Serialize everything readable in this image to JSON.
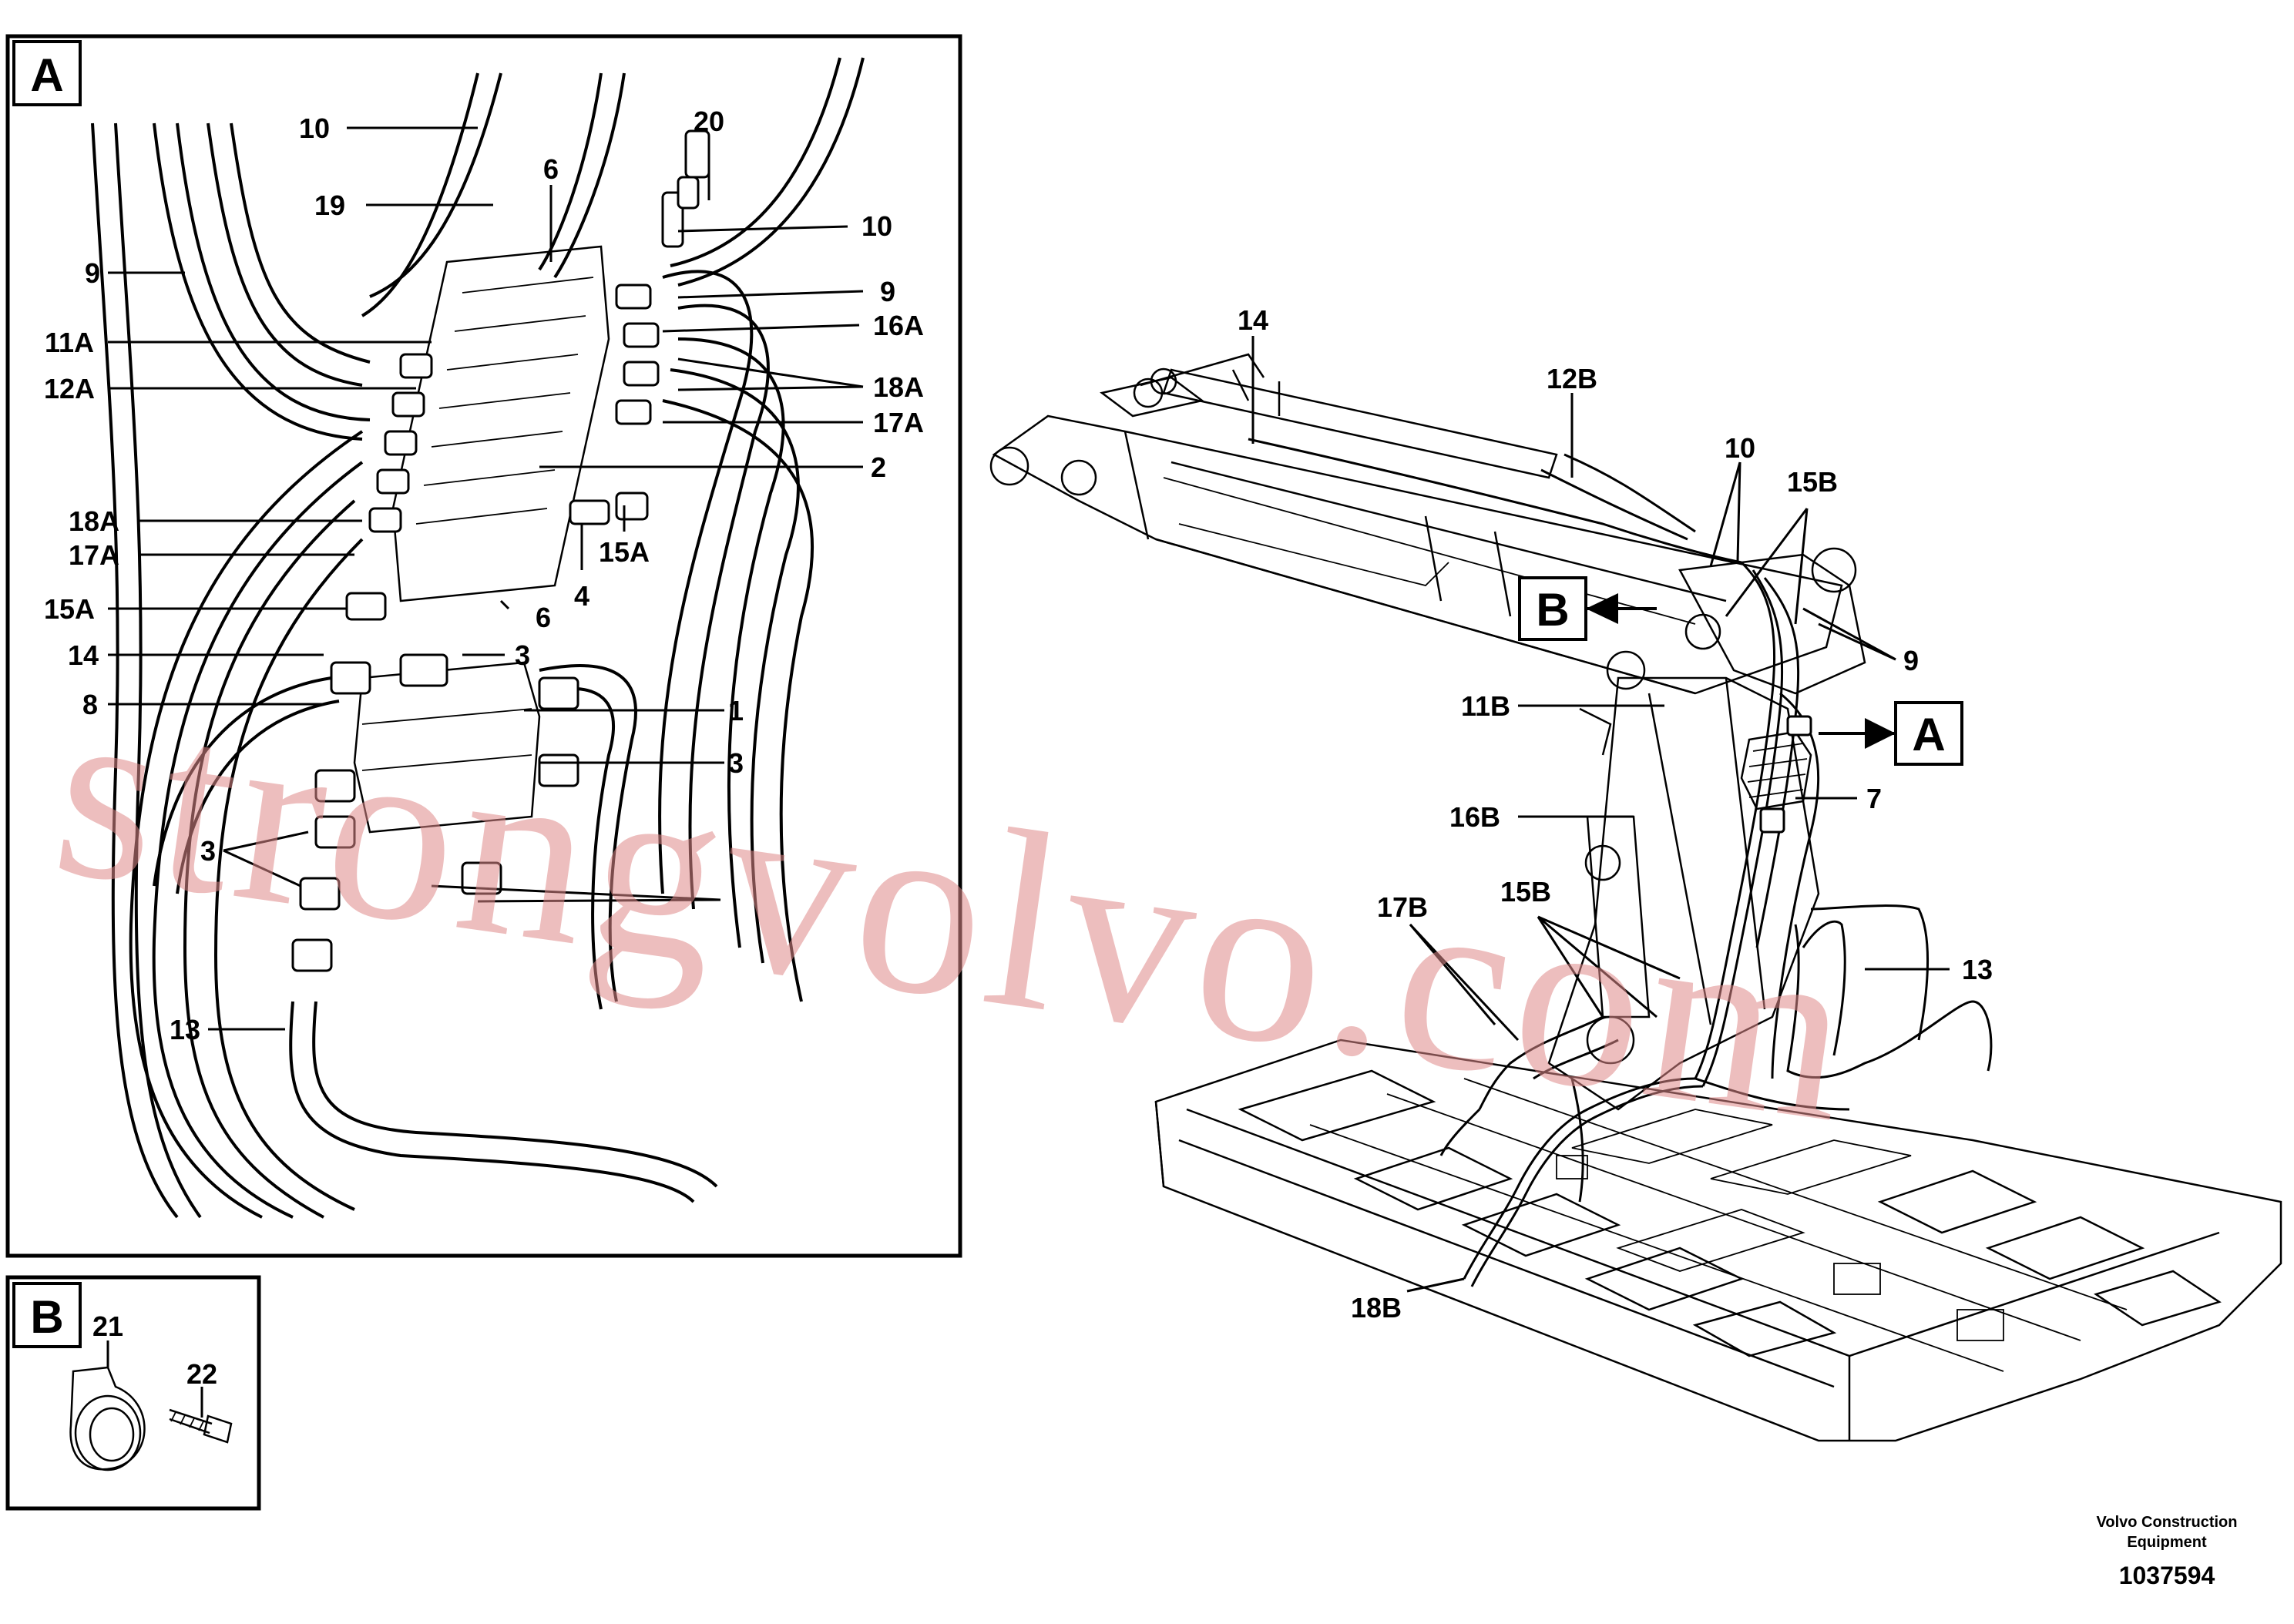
{
  "panels": {
    "A": {
      "label": "A"
    },
    "B": {
      "label": "B"
    }
  },
  "callouts": {
    "A": {
      "label": "A"
    },
    "B": {
      "label": "B"
    }
  },
  "labels_a": {
    "l10_top": "10",
    "l19": "19",
    "l6_top": "6",
    "l20": "20",
    "l10_right": "10",
    "l9_left": "9",
    "l9_right": "9",
    "l16a": "16A",
    "l11a": "11A",
    "l18a_right": "18A",
    "l12a": "12A",
    "l17a_right": "17A",
    "l2": "2",
    "l18a_left": "18A",
    "l17a_left": "17A",
    "l15a_right": "15A",
    "l4": "4",
    "l15a_left": "15A",
    "l6_mid": "6",
    "l14": "14",
    "l3_mid": "3",
    "l8": "8",
    "l1": "1",
    "l3_right": "3",
    "l3_left": "3",
    "l13": "13"
  },
  "labels_b": {
    "l21": "21",
    "l22": "22"
  },
  "labels_main": {
    "l14": "14",
    "l12b": "12B",
    "l10": "10",
    "l15b_top": "15B",
    "l9": "9",
    "l11b": "11B",
    "l7": "7",
    "l16b": "16B",
    "l17b": "17B",
    "l15b_mid": "15B",
    "l13": "13",
    "l18b": "18B"
  },
  "footer": {
    "company_line1": "Volvo Construction",
    "company_line2": "Equipment",
    "drawing_number": "1037594"
  },
  "watermark": "strongvolvo.com"
}
